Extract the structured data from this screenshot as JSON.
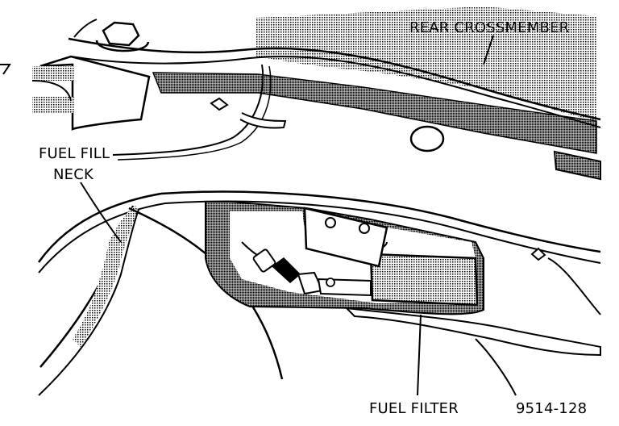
{
  "labels": {
    "rear_crossmember": "REAR CROSSMEMBER",
    "fuel_fill_neck_line1": "FUEL FILL",
    "fuel_fill_neck_line2": "NECK",
    "fuel_filter": "FUEL FILTER",
    "figure_number": "9514-128"
  }
}
